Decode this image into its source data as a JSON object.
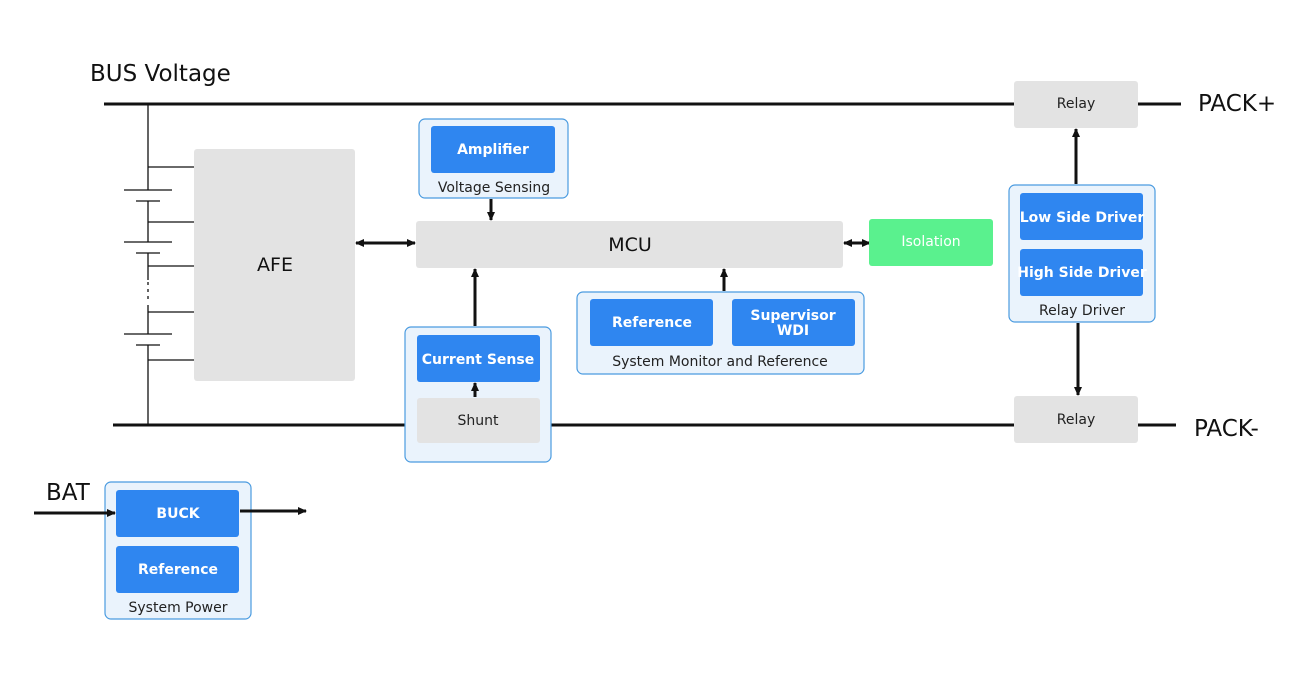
{
  "labels": {
    "bus_voltage": "BUS Voltage",
    "pack_plus": "PACK+",
    "pack_minus": "PACK-",
    "bat": "BAT"
  },
  "blocks": {
    "afe": "AFE",
    "mcu": "MCU",
    "isolation": "Isolation",
    "amplifier": "Amplifier",
    "voltage_sensing": "Voltage Sensing",
    "current_sense": "Current Sense",
    "shunt": "Shunt",
    "reference": "Reference",
    "supervisor_line1": "Supervisor",
    "supervisor_line2": "WDI",
    "system_monitor": "System Monitor and Reference",
    "relay_top": "Relay",
    "relay_bottom": "Relay",
    "low_side_driver": "Low Side Driver",
    "high_side_driver": "High Side Driver",
    "relay_driver": "Relay Driver",
    "buck": "BUCK",
    "power_reference": "Reference",
    "system_power": "System Power"
  },
  "colors": {
    "blue_block": "#2f86f0",
    "group_fill": "#eaf3fc",
    "group_border": "#4a9be0",
    "gray_block": "#e3e3e3",
    "isolation_green": "#5af18e"
  }
}
